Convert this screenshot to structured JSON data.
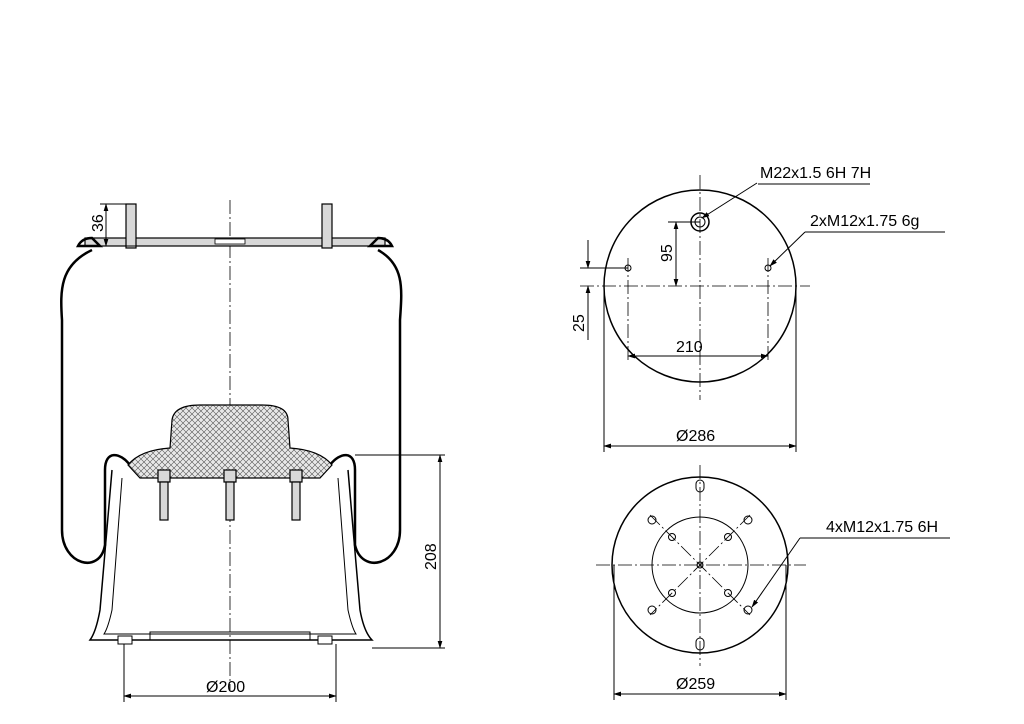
{
  "drawing": {
    "side_view": {
      "dim_top_height": "36",
      "dim_piston_height": "208",
      "dim_base_diameter": "Ø200"
    },
    "top_view": {
      "thread_main": "M22x1.5 6H 7H",
      "thread_studs": "2xM12x1.75 6g",
      "dim_offset_95": "95",
      "dim_offset_25": "25",
      "dim_stud_spacing": "210",
      "dim_plate_diameter": "Ø286"
    },
    "bottom_view": {
      "thread_bottom": "4xM12x1.75 6H",
      "dim_diameter": "Ø259"
    }
  }
}
